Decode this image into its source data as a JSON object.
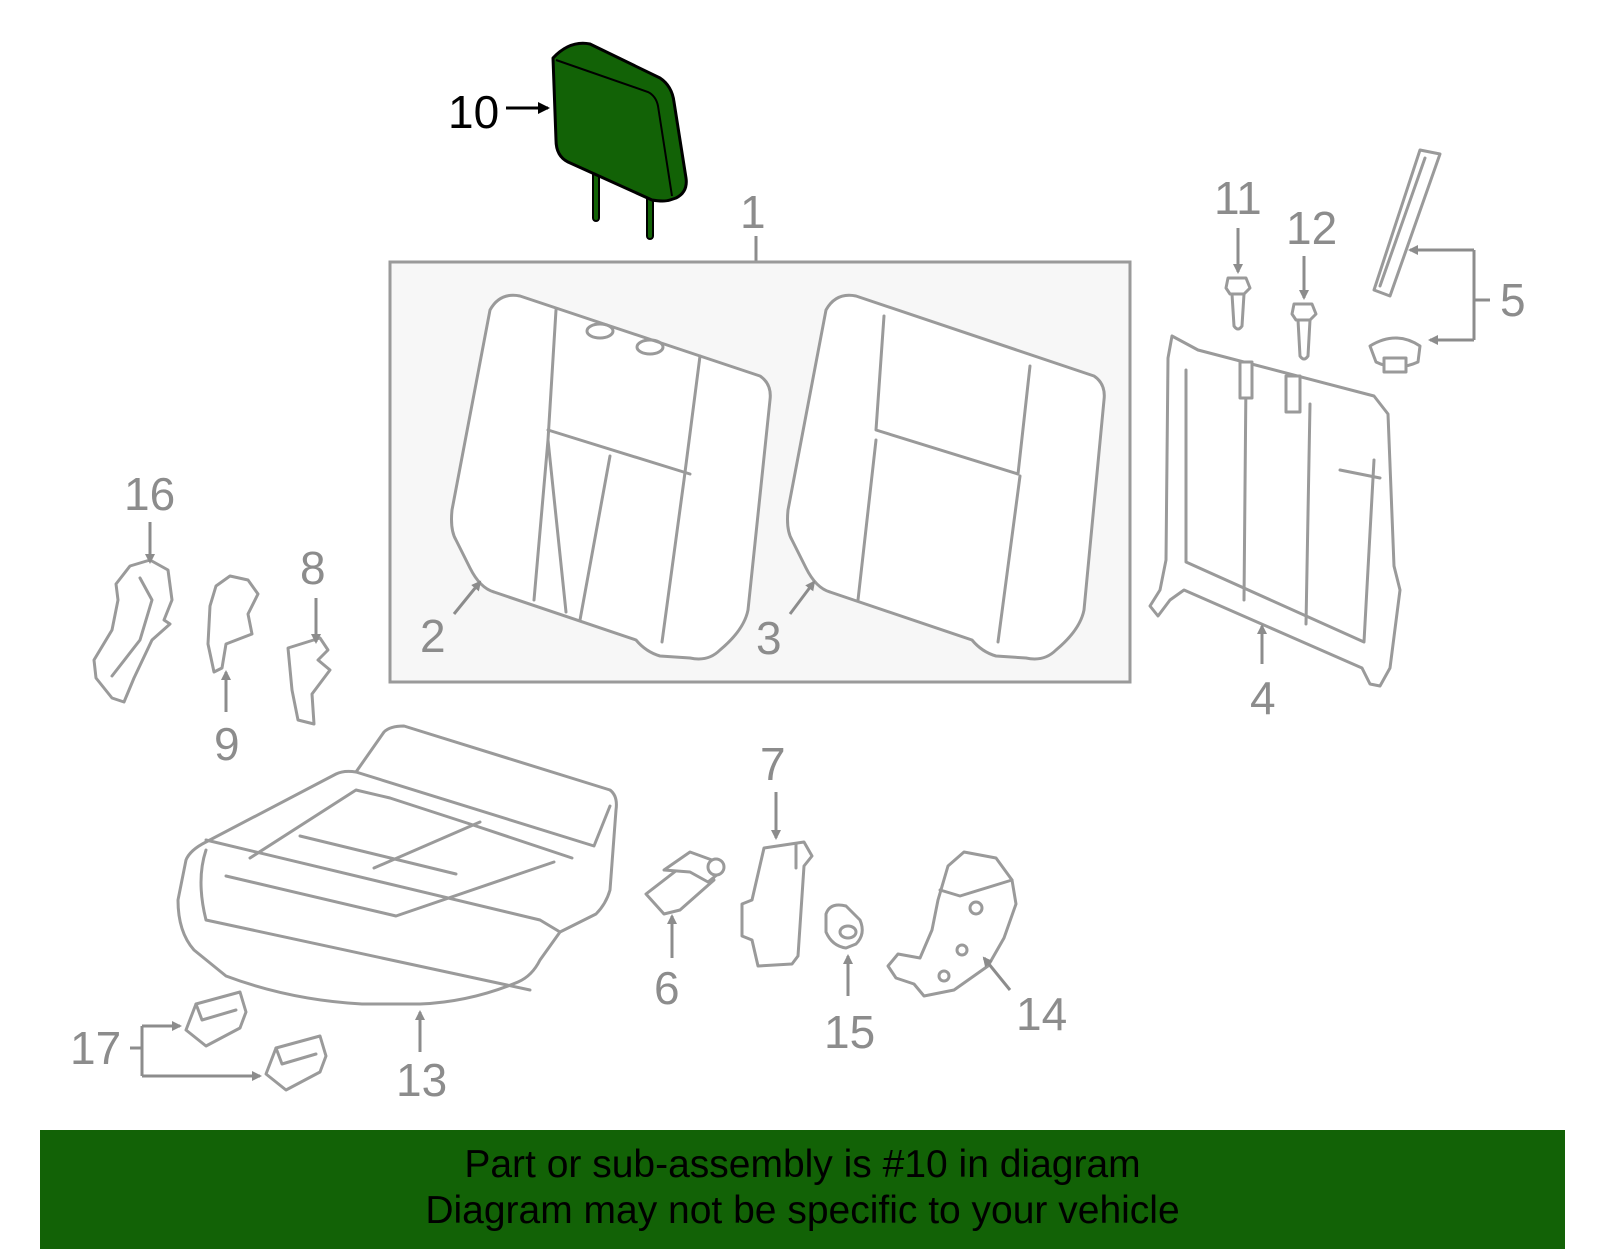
{
  "callouts": [
    "10",
    "1",
    "2",
    "3",
    "4",
    "5",
    "6",
    "7",
    "8",
    "9",
    "11",
    "12",
    "13",
    "14",
    "15",
    "16",
    "17"
  ],
  "highlighted_part": "10",
  "colors": {
    "highlight": "#126206",
    "outline": "#9a9a9a",
    "banner": "#126206"
  },
  "banner": {
    "line1": "Part or sub-assembly is #10 in diagram",
    "line2": "Diagram may not be specific to your vehicle"
  }
}
